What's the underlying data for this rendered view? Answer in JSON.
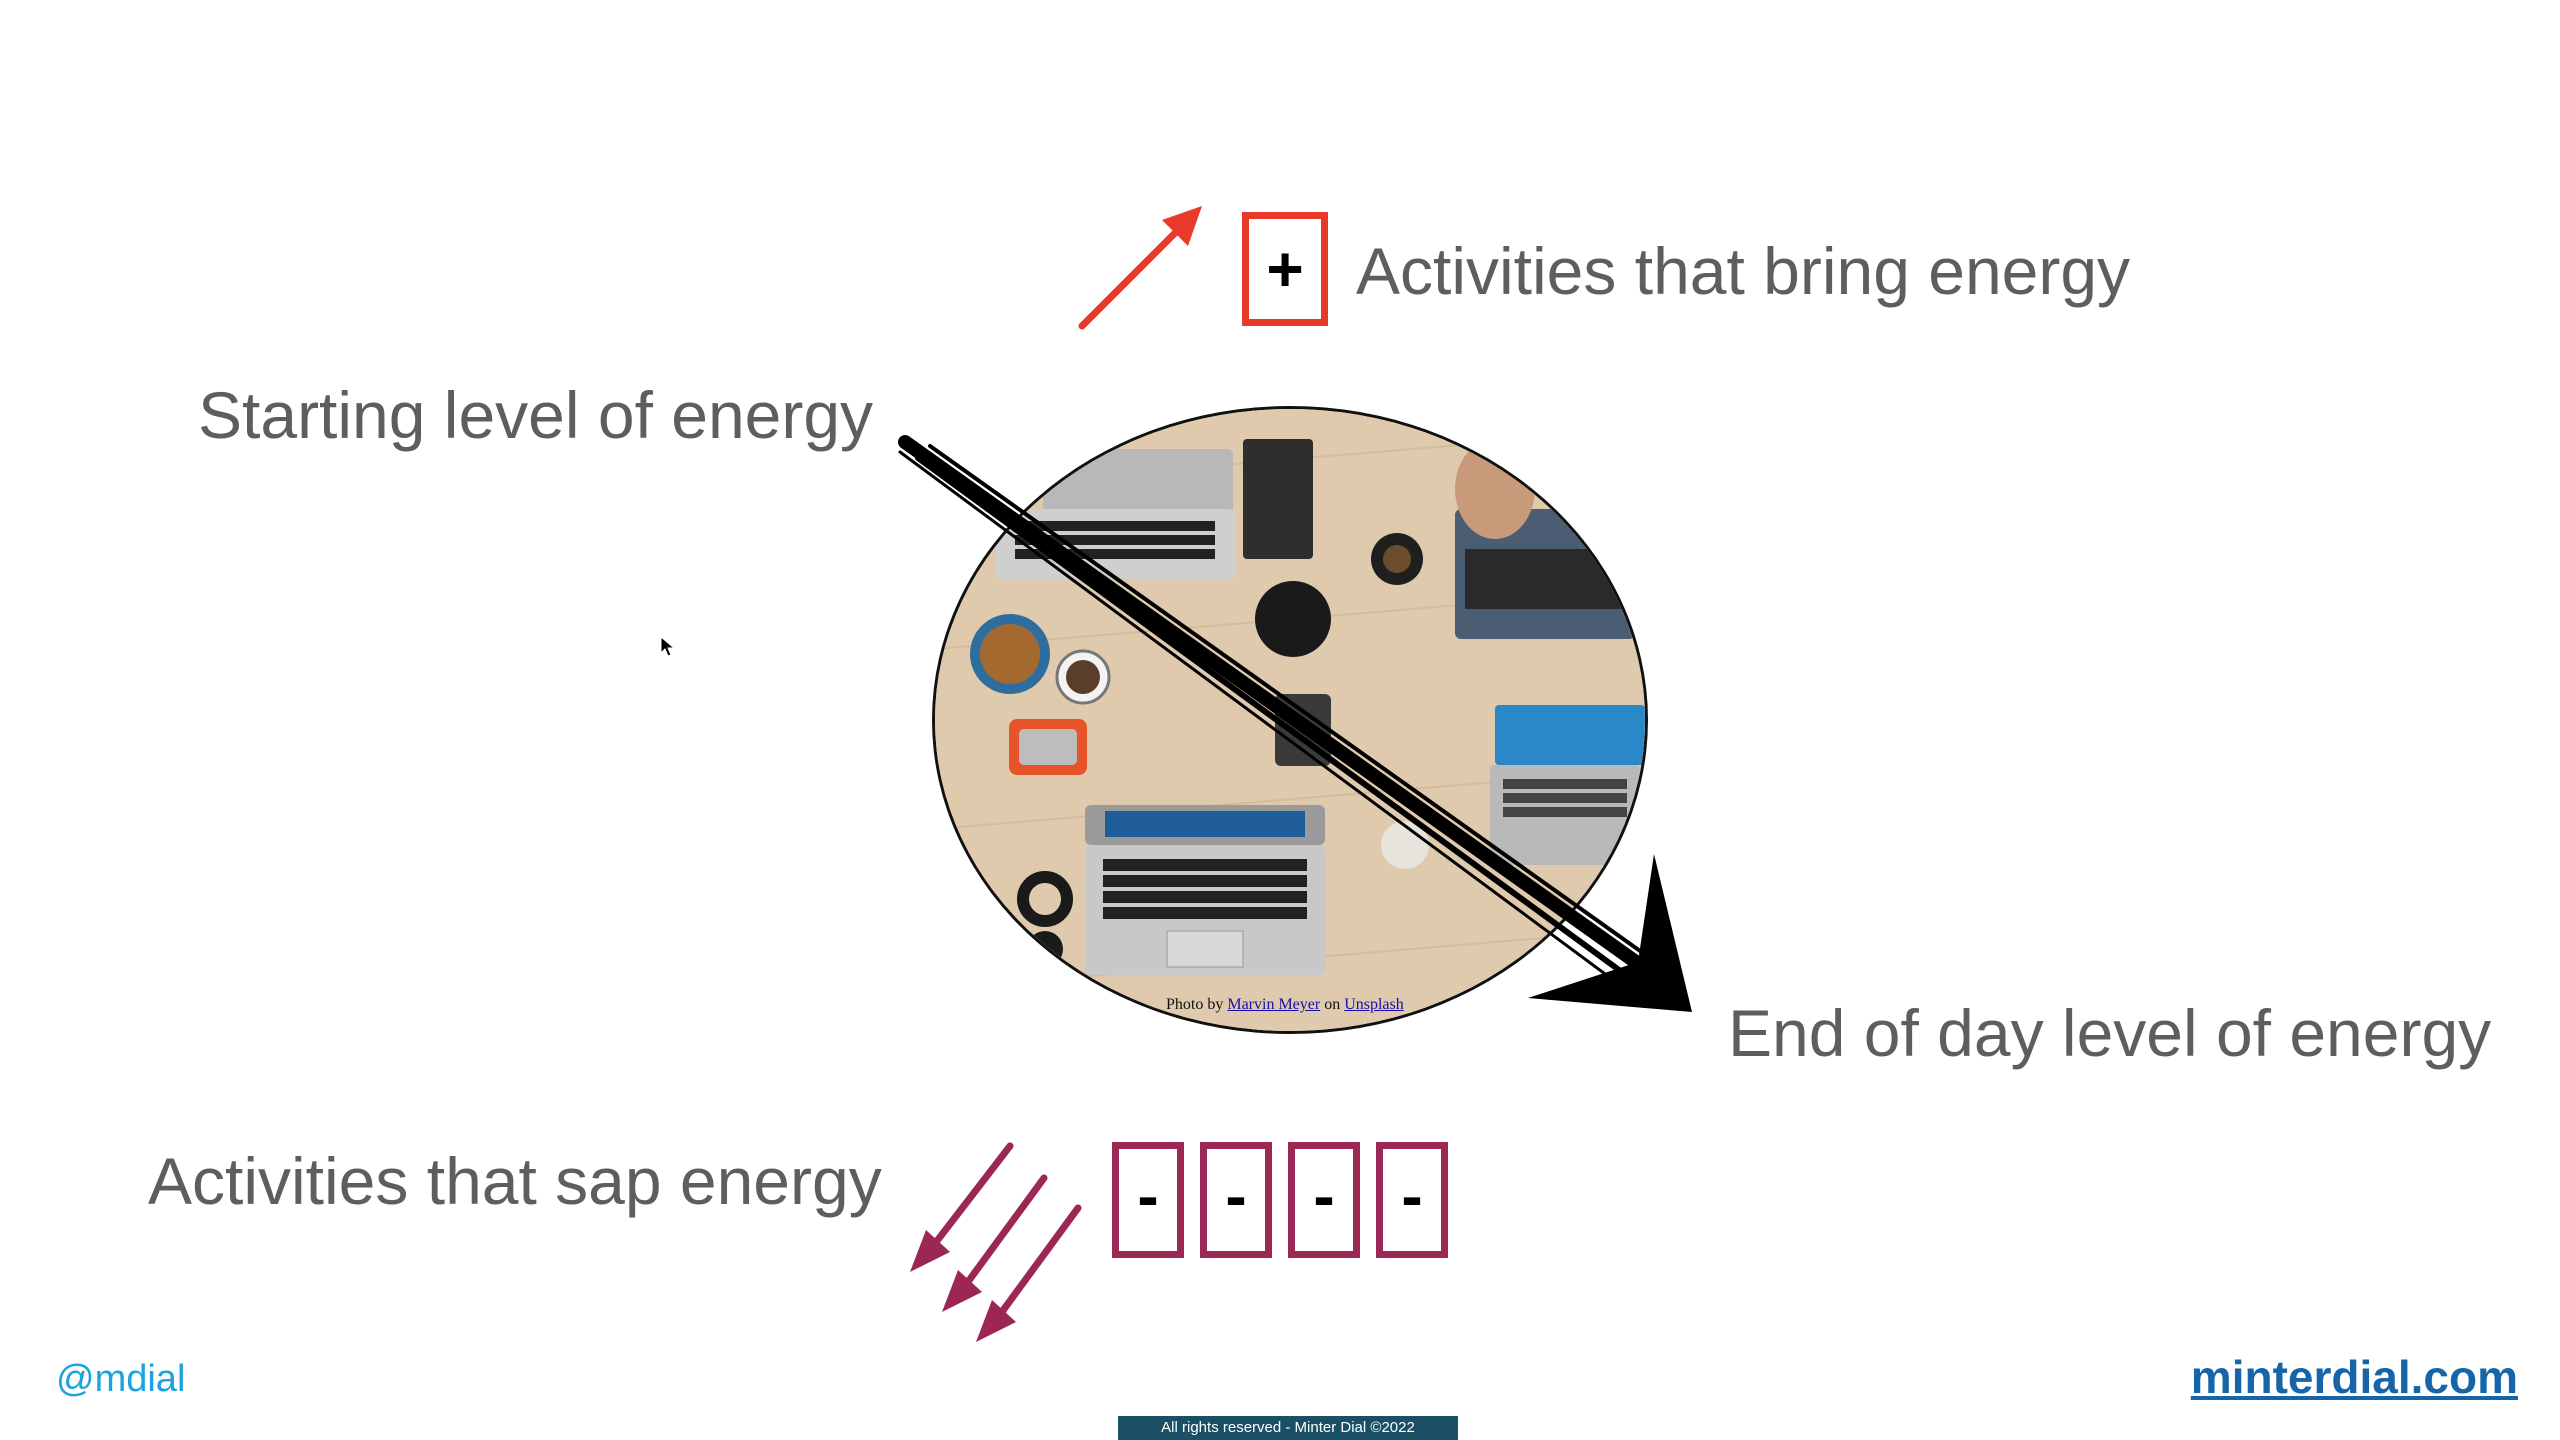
{
  "slide": {
    "labels": {
      "bring": "Activities that bring energy",
      "starting": "Starting level of energy",
      "end": "End of day level of energy",
      "sap": "Activities that sap energy"
    },
    "plus_sign": "+",
    "minus_signs": [
      "-",
      "-",
      "-",
      "-"
    ],
    "photo_credit": {
      "prefix": "Photo by",
      "author": "Marvin Meyer",
      "middle": "on",
      "source": "Unsplash"
    },
    "footer": {
      "handle": "@mdial",
      "site": "minterdial.com",
      "copyright": "All rights reserved - Minter Dial ©2022"
    }
  },
  "colors": {
    "text_gray": "#5e5e5e",
    "up_arrow": "#e8392a",
    "down_arrows": "#9c2755",
    "handle": "#1ba3dd",
    "site_link": "#1565a8",
    "footer_bar": "#1b4f65"
  },
  "icons": {
    "up_arrow": "arrow-up-right-icon",
    "down_arrows": "arrow-down-left-icon",
    "trend_arrow": "arrow-down-right-icon",
    "cursor": "mouse-pointer-icon"
  }
}
